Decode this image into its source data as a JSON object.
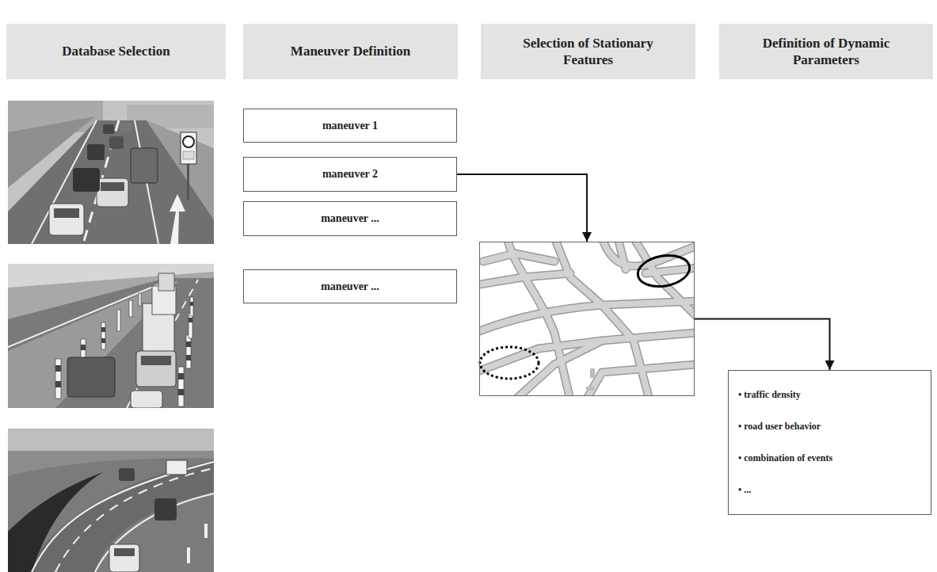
{
  "diagram": {
    "nodes": [
      {
        "text": [
          "Database Selection"
        ]
      },
      {
        "text": [
          "Maneuver Definition"
        ]
      },
      {
        "text": [
          "Selection of Stationary Features"
        ]
      },
      {
        "text": [
          "Definition of Dynamic Parameters"
        ]
      },
      {
        "text": [
          "maneuver 1"
        ]
      },
      {
        "text": [
          "maneuver 2"
        ]
      },
      {
        "text": [
          "maneuver ..."
        ]
      },
      {
        "text": [
          "maneuver ..."
        ]
      },
      {
        "text": []
      },
      {
        "text": [
          "• traffic density",
          "• road user behavior",
          "• combination of events",
          "• ..."
        ]
      }
    ],
    "edges": [
      {
        "from": 5,
        "to": 8,
        "arrow": "to"
      },
      {
        "from": 8,
        "to": 9,
        "arrow": "to"
      }
    ]
  }
}
